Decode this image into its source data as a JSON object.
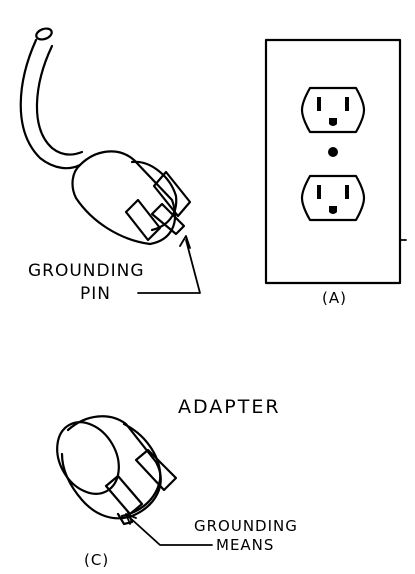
{
  "labels": {
    "grounding_pin_line1": "GROUNDING",
    "grounding_pin_line2": "PIN",
    "figure_a": "(A)",
    "adapter": "ADAPTER",
    "grounding_means_line1": "GROUNDING",
    "grounding_means_line2": "MEANS",
    "figure_c": "(C)"
  }
}
